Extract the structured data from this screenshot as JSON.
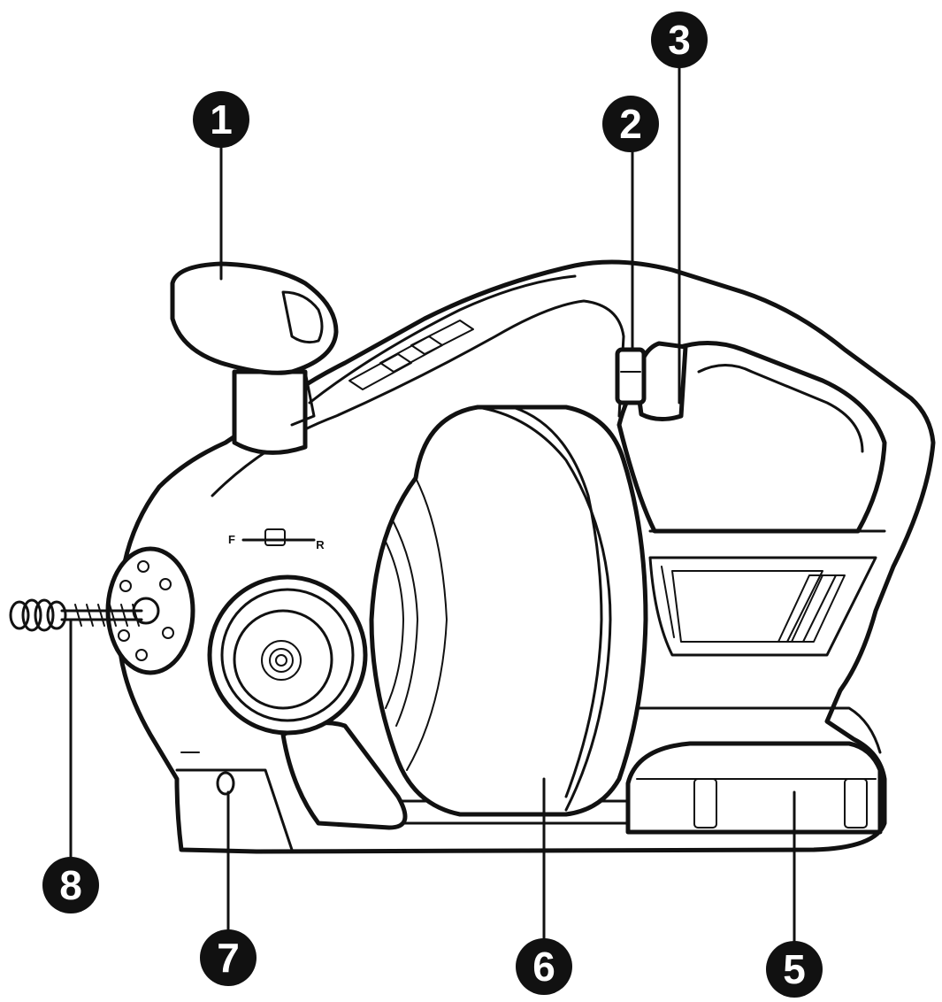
{
  "callouts": [
    {
      "id": "1",
      "label": "1"
    },
    {
      "id": "2",
      "label": "2"
    },
    {
      "id": "3",
      "label": "3"
    },
    {
      "id": "5",
      "label": "5"
    },
    {
      "id": "6",
      "label": "6"
    },
    {
      "id": "7",
      "label": "7"
    },
    {
      "id": "8",
      "label": "8"
    }
  ],
  "direction_switch": {
    "forward": "F",
    "reverse": "R"
  },
  "colors": {
    "ink": "#111111",
    "paper": "#ffffff"
  }
}
